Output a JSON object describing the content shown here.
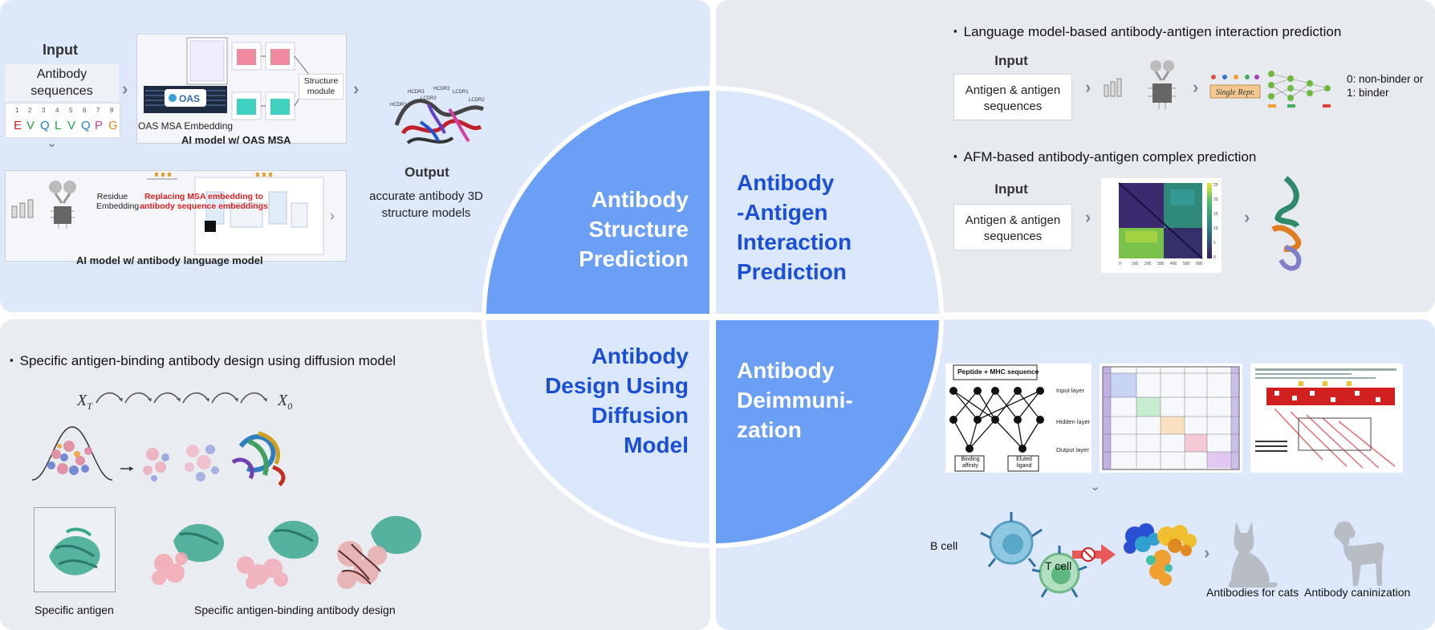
{
  "center": {
    "tl_title": [
      "Antibody",
      "Structure",
      "Prediction"
    ],
    "tr_title": [
      "Antibody",
      "-Antigen",
      "Interaction",
      "Prediction"
    ],
    "bl_title": [
      "Antibody",
      "Design Using",
      "Diffusion",
      "Model"
    ],
    "br_title": [
      "Antibody",
      "Deimmuni-",
      "zation"
    ]
  },
  "structure": {
    "input_label": "Input",
    "input_box": "Antibody sequences",
    "sequence_numbers": [
      "1",
      "2",
      "3",
      "4",
      "5",
      "6",
      "7",
      "8"
    ],
    "sequence_letters": [
      "E",
      "V",
      "Q",
      "L",
      "V",
      "Q",
      "P",
      "G"
    ],
    "oas_logo": "OAS",
    "oas_msa_embedding": "OAS MSA Embedding",
    "structure_module": "Structure module",
    "ai_msa_caption": "AI model w/ OAS MSA",
    "residue_embedding": "Residue Embedding",
    "replacing_text": "Replacing MSA embedding to antibody sequence embeddings",
    "ai_lm_caption": "AI model w/ antibody language model",
    "output_label": "Output",
    "output_text": "accurate antibody 3D structure models",
    "cdr_labels": [
      "HCDR3",
      "HCDR2",
      "LCDR1",
      "LCDR2",
      "HCDR1",
      "LCDR3"
    ]
  },
  "interaction": {
    "lm_title": "Language model-based antibody-antigen interaction prediction",
    "lm_input_label": "Input",
    "lm_input_box": "Antigen & antigen sequences",
    "single_rep": "Single Repr.",
    "binder_text": "0: non-binder or 1: binder",
    "afm_title": "AFM-based antibody-antigen complex prediction",
    "afm_input_label": "Input",
    "afm_input_box": "Antigen & antigen sequences",
    "heatmap_ticks_x": [
      "0",
      "100",
      "200",
      "300",
      "400",
      "500",
      "600"
    ],
    "heatmap_ticks_y": [
      "25",
      "20",
      "15",
      "10",
      "5",
      "0"
    ]
  },
  "design": {
    "title": "Specific antigen-binding antibody design using diffusion model",
    "xt_label": "X",
    "xt_sub": "T",
    "x0_label": "X",
    "x0_sub": "0",
    "specific_antigen": "Specific antigen",
    "design_caption": "Specific antigen-binding antibody design"
  },
  "deimmunization": {
    "nn_header": "Peptide + MHC sequence",
    "input_layer": "Input layer",
    "hidden_layer": "Hidden layer",
    "output_layer": "Output layer",
    "binding_affinity": "Binding affinity",
    "eluted_ligand": "Eluted ligand",
    "b_cell": "B cell",
    "t_cell": "T cell",
    "cats_caption": "Antibodies for cats",
    "canine_caption": "Antibody caninization"
  },
  "colors": {
    "panel_blue": "#dde9fb",
    "panel_grey": "#e9ecf0",
    "circle_dark": "#6a9ff5",
    "circle_light": "#dbe7fb",
    "title_blue": "#1a4fd6",
    "red_text": "#e02020",
    "teal": "#3aa88f"
  }
}
